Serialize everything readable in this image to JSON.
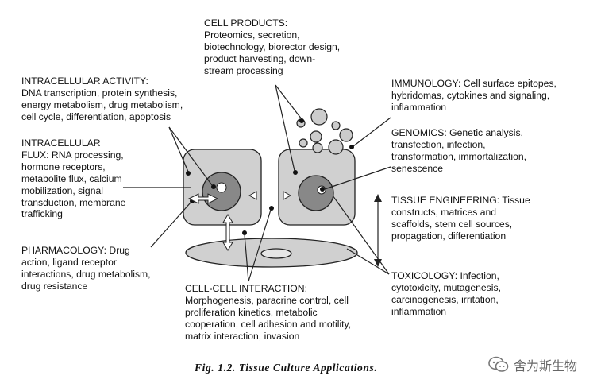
{
  "blocks": [
    {
      "id": "cell-products",
      "heading": "CELL PRODUCTS:",
      "lines": [
        "Proteomics, secretion,",
        "biotechnology, biorector design,",
        "product harvesting, down-",
        "stream  processing"
      ]
    },
    {
      "id": "intracellular-activity",
      "heading": "INTRACELLULAR ACTIVITY:",
      "lines": [
        "DNA transcription, protein synthesis,",
        "energy metabolism, drug metabolism,",
        "cell cycle, differentiation, apoptosis"
      ]
    },
    {
      "id": "intracellular-flux",
      "heading": "INTRACELLULAR",
      "lines": [
        "FLUX: RNA processing,",
        "hormone receptors,",
        "metabolite flux, calcium",
        "mobilization, signal",
        "transduction, membrane",
        "trafficking"
      ]
    },
    {
      "id": "pharmacology",
      "heading": "PHARMACOLOGY: Drug",
      "lines": [
        "action, ligand receptor",
        "interactions, drug metabolism,",
        "drug resistance"
      ]
    },
    {
      "id": "cell-cell-interaction",
      "heading": "CELL-CELL INTERACTION:",
      "lines": [
        "Morphogenesis, paracrine control, cell",
        "proliferation kinetics, metabolic",
        "cooperation, cell adhesion and motility,",
        "matrix interaction, invasion"
      ]
    },
    {
      "id": "immunology",
      "heading": "IMMUNOLOGY: Cell surface epitopes,",
      "lines": [
        "hybridomas, cytokines and signaling,",
        "inflammation"
      ]
    },
    {
      "id": "genomics",
      "heading": "GENOMICS: Genetic analysis,",
      "lines": [
        "transfection, infection,",
        "transformation, immortalization,",
        "senescence"
      ]
    },
    {
      "id": "tissue-engineering",
      "heading": "TISSUE ENGINEERING: Tissue",
      "lines": [
        "constructs, matrices and",
        "scaffolds, stem cell sources,",
        "propagation, differentiation"
      ]
    },
    {
      "id": "toxicology",
      "heading": "TOXICOLOGY:  Infection,",
      "lines": [
        "cytotoxicity, mutagenesis,",
        "carcinogenesis, irritation,",
        "inflammation"
      ]
    }
  ],
  "caption": "Fig. 1.2.  Tissue Culture Applications.",
  "watermark": {
    "text": "舍为斯生物",
    "icon": "wechat-icon"
  },
  "colors": {
    "cell_fill": "#d0d0d0",
    "nucleus_fill": "#888888",
    "stroke": "#222222",
    "text": "#111111"
  }
}
